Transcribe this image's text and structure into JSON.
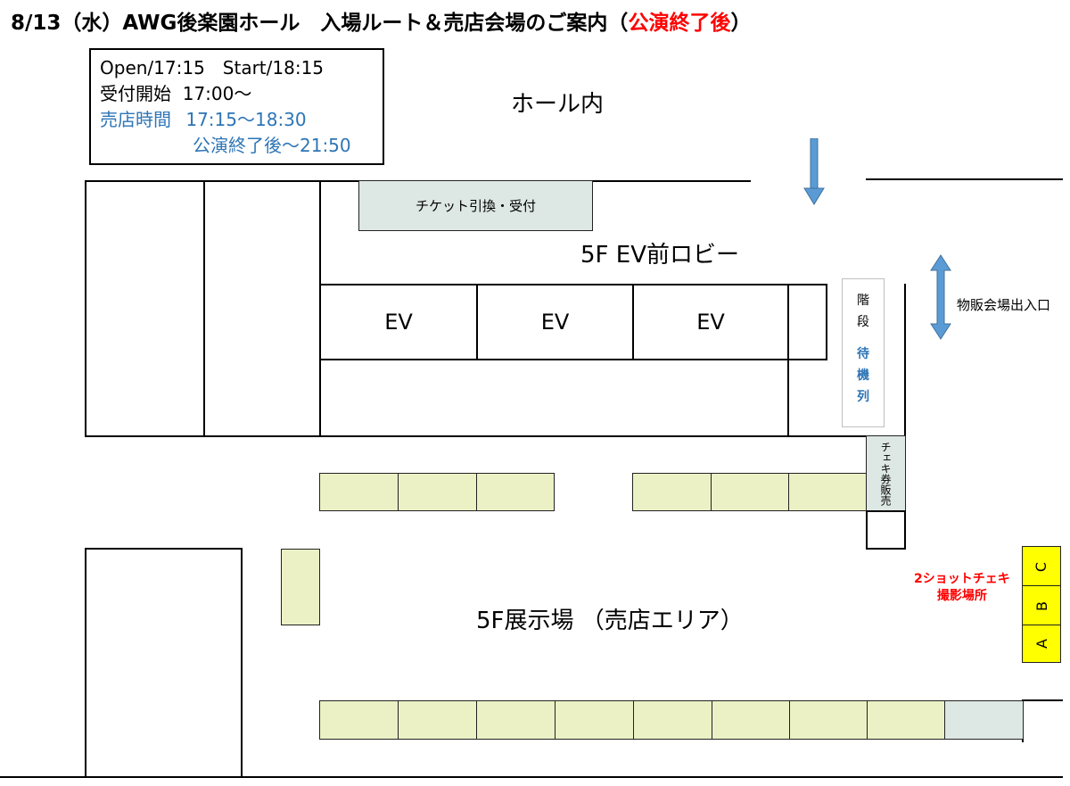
{
  "title": {
    "main": "8/13（水）AWG後楽園ホール　入場ルート＆売店会場のご案内（",
    "highlight": "公演終了後",
    "close": "）"
  },
  "info_box": {
    "line1": "Open/17:15　Start/18:15",
    "line2": "受付開始  17:00～",
    "line3_label": "売店時間",
    "line3_value": "17:15～18:30",
    "line4_value": "公演終了後～21:50"
  },
  "labels": {
    "hall_inside": "ホール内",
    "ticket_counter": "チケット引換・受付",
    "lobby": "5F EV前ロビー",
    "ev1": "EV",
    "ev2": "EV",
    "ev3": "EV",
    "stairs1": "階",
    "stairs2": "段",
    "queue1": "待",
    "queue2": "機",
    "queue3": "列",
    "merch_entrance": "物販会場出入口",
    "cheki_ticket": "チェキ券販売",
    "exhibition": "5F展示場 （売店エリア）",
    "photo_spot_line1": "2ショットチェキ",
    "photo_spot_line2": "撮影場所",
    "booth_c": "C",
    "booth_b": "B",
    "booth_a": "A"
  },
  "colors": {
    "accent_blue": "#2e75b6",
    "accent_red": "#ff0000",
    "stall_fill": "#ebf1c5",
    "ticket_fill": "#dde7e3",
    "photo_booth": "#ffff00"
  }
}
